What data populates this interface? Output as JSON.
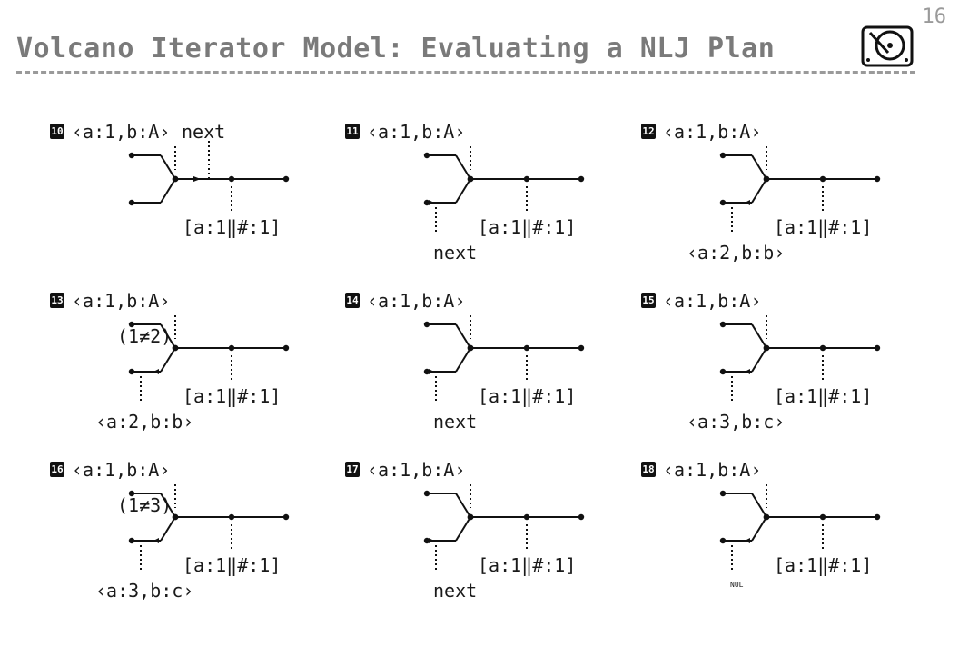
{
  "page_number": "16",
  "title": "Volcano Iterator Model: Evaluating a NLJ Plan",
  "logo_icon": "hard-disk-icon",
  "steps": [
    {
      "n": "10",
      "top": "‹a:1,b:A›",
      "top_extra": "next",
      "emit": "[a:1‖#:1]",
      "bottom": "",
      "cond": "",
      "call": "top-next",
      "branch": "join"
    },
    {
      "n": "11",
      "top": "‹a:1,b:A›",
      "top_extra": "",
      "emit": "[a:1‖#:1]",
      "bottom": "next",
      "cond": "",
      "call": "bottom-next",
      "branch": "outer"
    },
    {
      "n": "12",
      "top": "‹a:1,b:A›",
      "top_extra": "",
      "emit": "[a:1‖#:1]",
      "bottom": "‹a:2,b:b›",
      "cond": "",
      "call": "return",
      "branch": "outer"
    },
    {
      "n": "13",
      "top": "‹a:1,b:A›",
      "top_extra": "",
      "emit": "[a:1‖#:1]",
      "bottom": "‹a:2,b:b›",
      "cond": "(1≠2)",
      "call": "return",
      "branch": "join"
    },
    {
      "n": "14",
      "top": "‹a:1,b:A›",
      "top_extra": "",
      "emit": "[a:1‖#:1]",
      "bottom": "next",
      "cond": "",
      "call": "bottom-next",
      "branch": "outer"
    },
    {
      "n": "15",
      "top": "‹a:1,b:A›",
      "top_extra": "",
      "emit": "[a:1‖#:1]",
      "bottom": "‹a:3,b:c›",
      "cond": "",
      "call": "return",
      "branch": "outer"
    },
    {
      "n": "16",
      "top": "‹a:1,b:A›",
      "top_extra": "",
      "emit": "[a:1‖#:1]",
      "bottom": "‹a:3,b:c›",
      "cond": "(1≠3)",
      "call": "return",
      "branch": "join"
    },
    {
      "n": "17",
      "top": "‹a:1,b:A›",
      "top_extra": "",
      "emit": "[a:1‖#:1]",
      "bottom": "next",
      "cond": "",
      "call": "bottom-next",
      "branch": "outer"
    },
    {
      "n": "18",
      "top": "‹a:1,b:A›",
      "top_extra": "",
      "emit": "[a:1‖#:1]",
      "bottom": "NUL",
      "cond": "",
      "call": "null",
      "branch": "outer"
    }
  ]
}
